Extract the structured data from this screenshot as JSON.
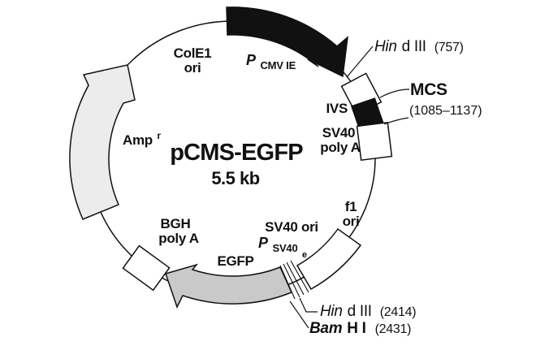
{
  "figure": {
    "title": "pCMS-EGFP",
    "size_label": "5.5 kb",
    "colors": {
      "black_feature": "#111111",
      "egfp_gray": "#c9c9c9",
      "amp_gray": "#ececec",
      "white_box": "#ffffff",
      "line": "#111111"
    },
    "labels": {
      "cole1": {
        "line1": "ColE1",
        "line2": "ori"
      },
      "cmv_promoter": {
        "symbol": "P",
        "subscript": "CMV IE"
      },
      "hind3_757": {
        "gene_italic": "Hin",
        "gene_rest": "d III",
        "position": "(757)"
      },
      "ivs": "IVS",
      "mcs": {
        "name": "MCS",
        "range": "(1085–1137)"
      },
      "sv40_polya": {
        "line1": "SV40",
        "line2": "poly A"
      },
      "f1_ori": {
        "line1": "f1",
        "line2": "ori"
      },
      "sv40_ori": "SV40 ori",
      "sv40_promoter": {
        "symbol": "P",
        "subscript": "SV40",
        "subsubscript": "e"
      },
      "egfp": "EGFP",
      "bgh_polya": {
        "line1": "BGH",
        "line2": "poly A"
      },
      "amp": {
        "base": "Amp",
        "superscript": "r"
      },
      "hind3_2414": {
        "gene_italic": "Hin",
        "gene_rest": "d III",
        "position": "(2414)"
      },
      "bamh1_2431": {
        "gene_italic": "Bam",
        "gene_rest": "H I",
        "position": "(2431)"
      }
    }
  }
}
